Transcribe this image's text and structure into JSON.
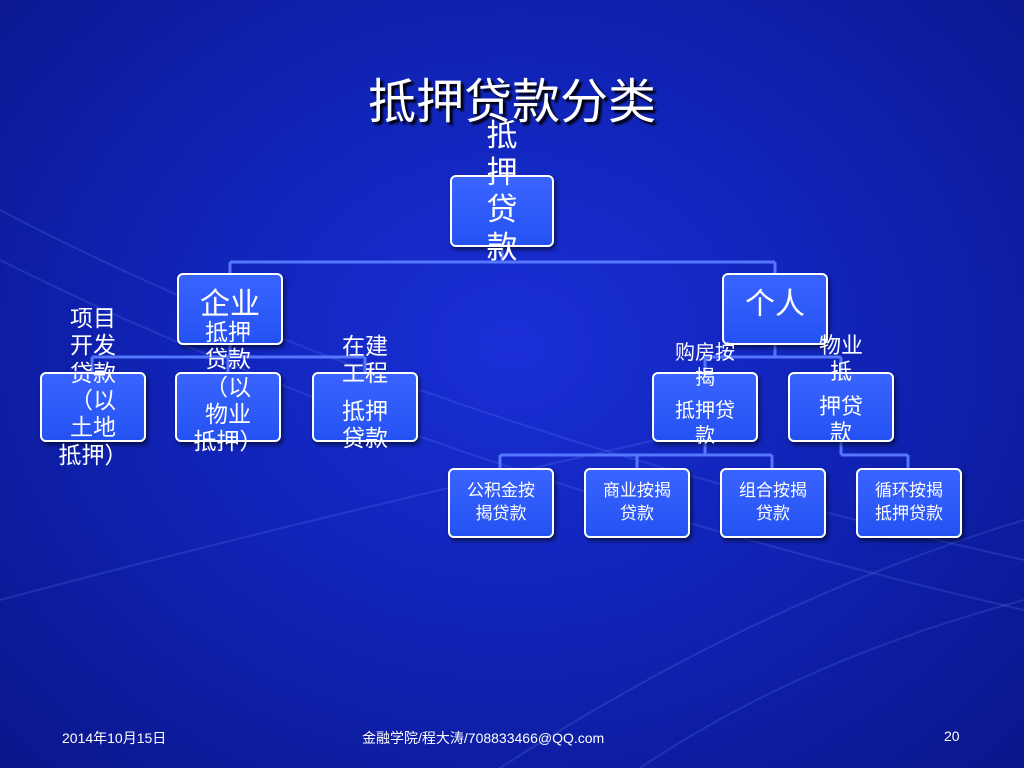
{
  "slide": {
    "title": "抵押贷款分类",
    "footer": {
      "date": "2014年10月15日",
      "center": "金融学院/程大涛/708833466@QQ.com",
      "page": "20"
    }
  },
  "diagram": {
    "root": {
      "lines": [
        "抵",
        "押",
        "贷",
        "款"
      ]
    },
    "branches": [
      {
        "label": "企业",
        "children": [
          {
            "lines": [
              "项目",
              "开发",
              "贷款",
              "（以",
              "土地",
              "抵押）"
            ]
          },
          {
            "lines": [
              "抵押",
              "贷款",
              "（以",
              "物业",
              "抵押）"
            ]
          },
          {
            "lines": [
              "在建",
              "工程",
              "抵押",
              "贷款"
            ]
          }
        ]
      },
      {
        "label": "个人",
        "children": [
          {
            "lines": [
              "购房按",
              "揭",
              "抵押贷",
              "款"
            ],
            "children": [
              {
                "lines": [
                  "公积金按",
                  "揭贷款"
                ]
              },
              {
                "lines": [
                  "商业按揭",
                  "贷款"
                ]
              },
              {
                "lines": [
                  "组合按揭",
                  "贷款"
                ]
              }
            ]
          },
          {
            "lines": [
              "物业",
              "抵",
              "押贷",
              "款"
            ],
            "children": [
              {
                "lines": [
                  "循环按揭",
                  "抵押贷款"
                ]
              }
            ]
          }
        ]
      }
    ]
  }
}
